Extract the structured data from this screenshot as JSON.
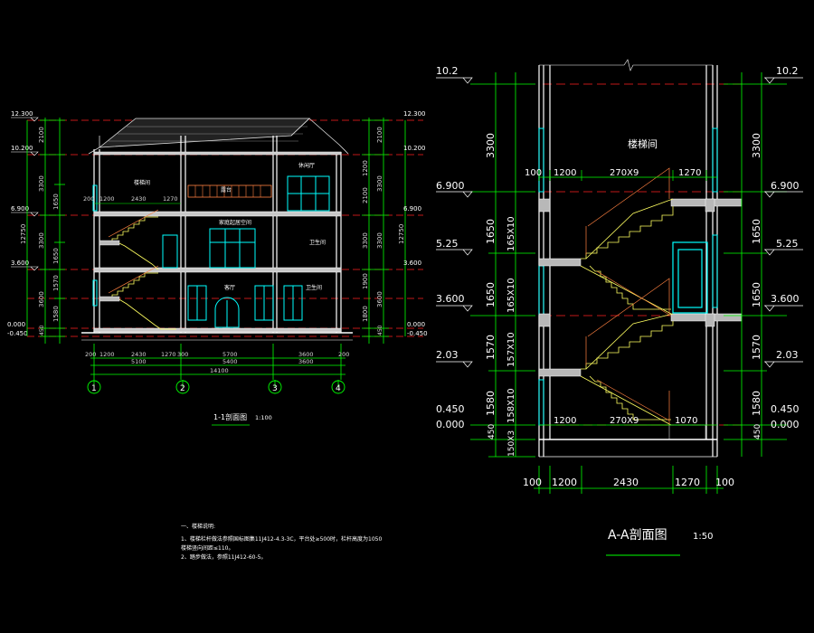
{
  "left_section": {
    "title": "1-1剖面图",
    "scale": "1:100",
    "levels": [
      "12.300",
      "10.200",
      "6.900",
      "3.600",
      "0.000",
      "-0.450"
    ],
    "left_dims_outer": [
      "2100",
      "3300",
      "3300",
      "3600",
      "450"
    ],
    "left_dims_inner": [
      "1650",
      "1650",
      "1570",
      "1580"
    ],
    "right_dims_outer": [
      "2100",
      "3300",
      "3300",
      "3600",
      "450"
    ],
    "right_dims_inner": [
      "1200",
      "2100",
      "3300",
      "1900",
      "1800"
    ],
    "total_height_dim": "12750",
    "room_labels": [
      "楼梯间",
      "露台",
      "休闲厅",
      "家庭起居空间",
      "卫生间",
      "客厅",
      "卫生间"
    ],
    "stair_top_dims": [
      "200",
      "1200",
      "2430",
      "1270"
    ],
    "bottom_dims_row1": [
      "200",
      "1200",
      "2430",
      "1270",
      "300",
      "5700",
      "3600",
      "200"
    ],
    "bottom_dims_row2": [
      "5100",
      "5400",
      "3600"
    ],
    "bottom_total": "14100",
    "axes": [
      "1",
      "2",
      "3",
      "4"
    ]
  },
  "right_section": {
    "title": "A-A剖面图",
    "scale": "1:50",
    "room_label": "楼梯间",
    "levels_left": [
      "10.2",
      "6.900",
      "5.25",
      "3.600",
      "2.03",
      "0.450",
      "0.000"
    ],
    "levels_right": [
      "10.2",
      "6.900",
      "5.25",
      "3.600",
      "2.03",
      "0.450",
      "0.000"
    ],
    "dims_outer": [
      "3300",
      "1650",
      "1650",
      "1570",
      "1580",
      "450"
    ],
    "dims_inner": [
      "165X10",
      "165X10",
      "157X10",
      "158X10",
      "150X3"
    ],
    "top_stair_dims": [
      "100",
      "1200",
      "270X9",
      "1270"
    ],
    "bottom_stair_dims": [
      "1200",
      "270X9",
      "1070"
    ],
    "bottom_dims": [
      "100",
      "1200",
      "2430",
      "1270",
      "100"
    ]
  },
  "notes": {
    "heading": "一、楼梯说明:",
    "lines": [
      "1、楼梯栏杆做法参照国标图集11J412-4.3-3C，平台处≥500时，栏杆高度为1050",
      "   楼梯竖向间距≤110。",
      "2、踏步做法，参照11J412-60-5。"
    ]
  },
  "colors": {
    "background": "#000000",
    "wall": "#ffffff",
    "dimension": "#00ff00",
    "level_line": "#ff2020",
    "window": "#00ffff",
    "stair": "#ffff60",
    "railing": "#ff8040",
    "slab": "#c0c0c0",
    "label": "#ffffff"
  }
}
